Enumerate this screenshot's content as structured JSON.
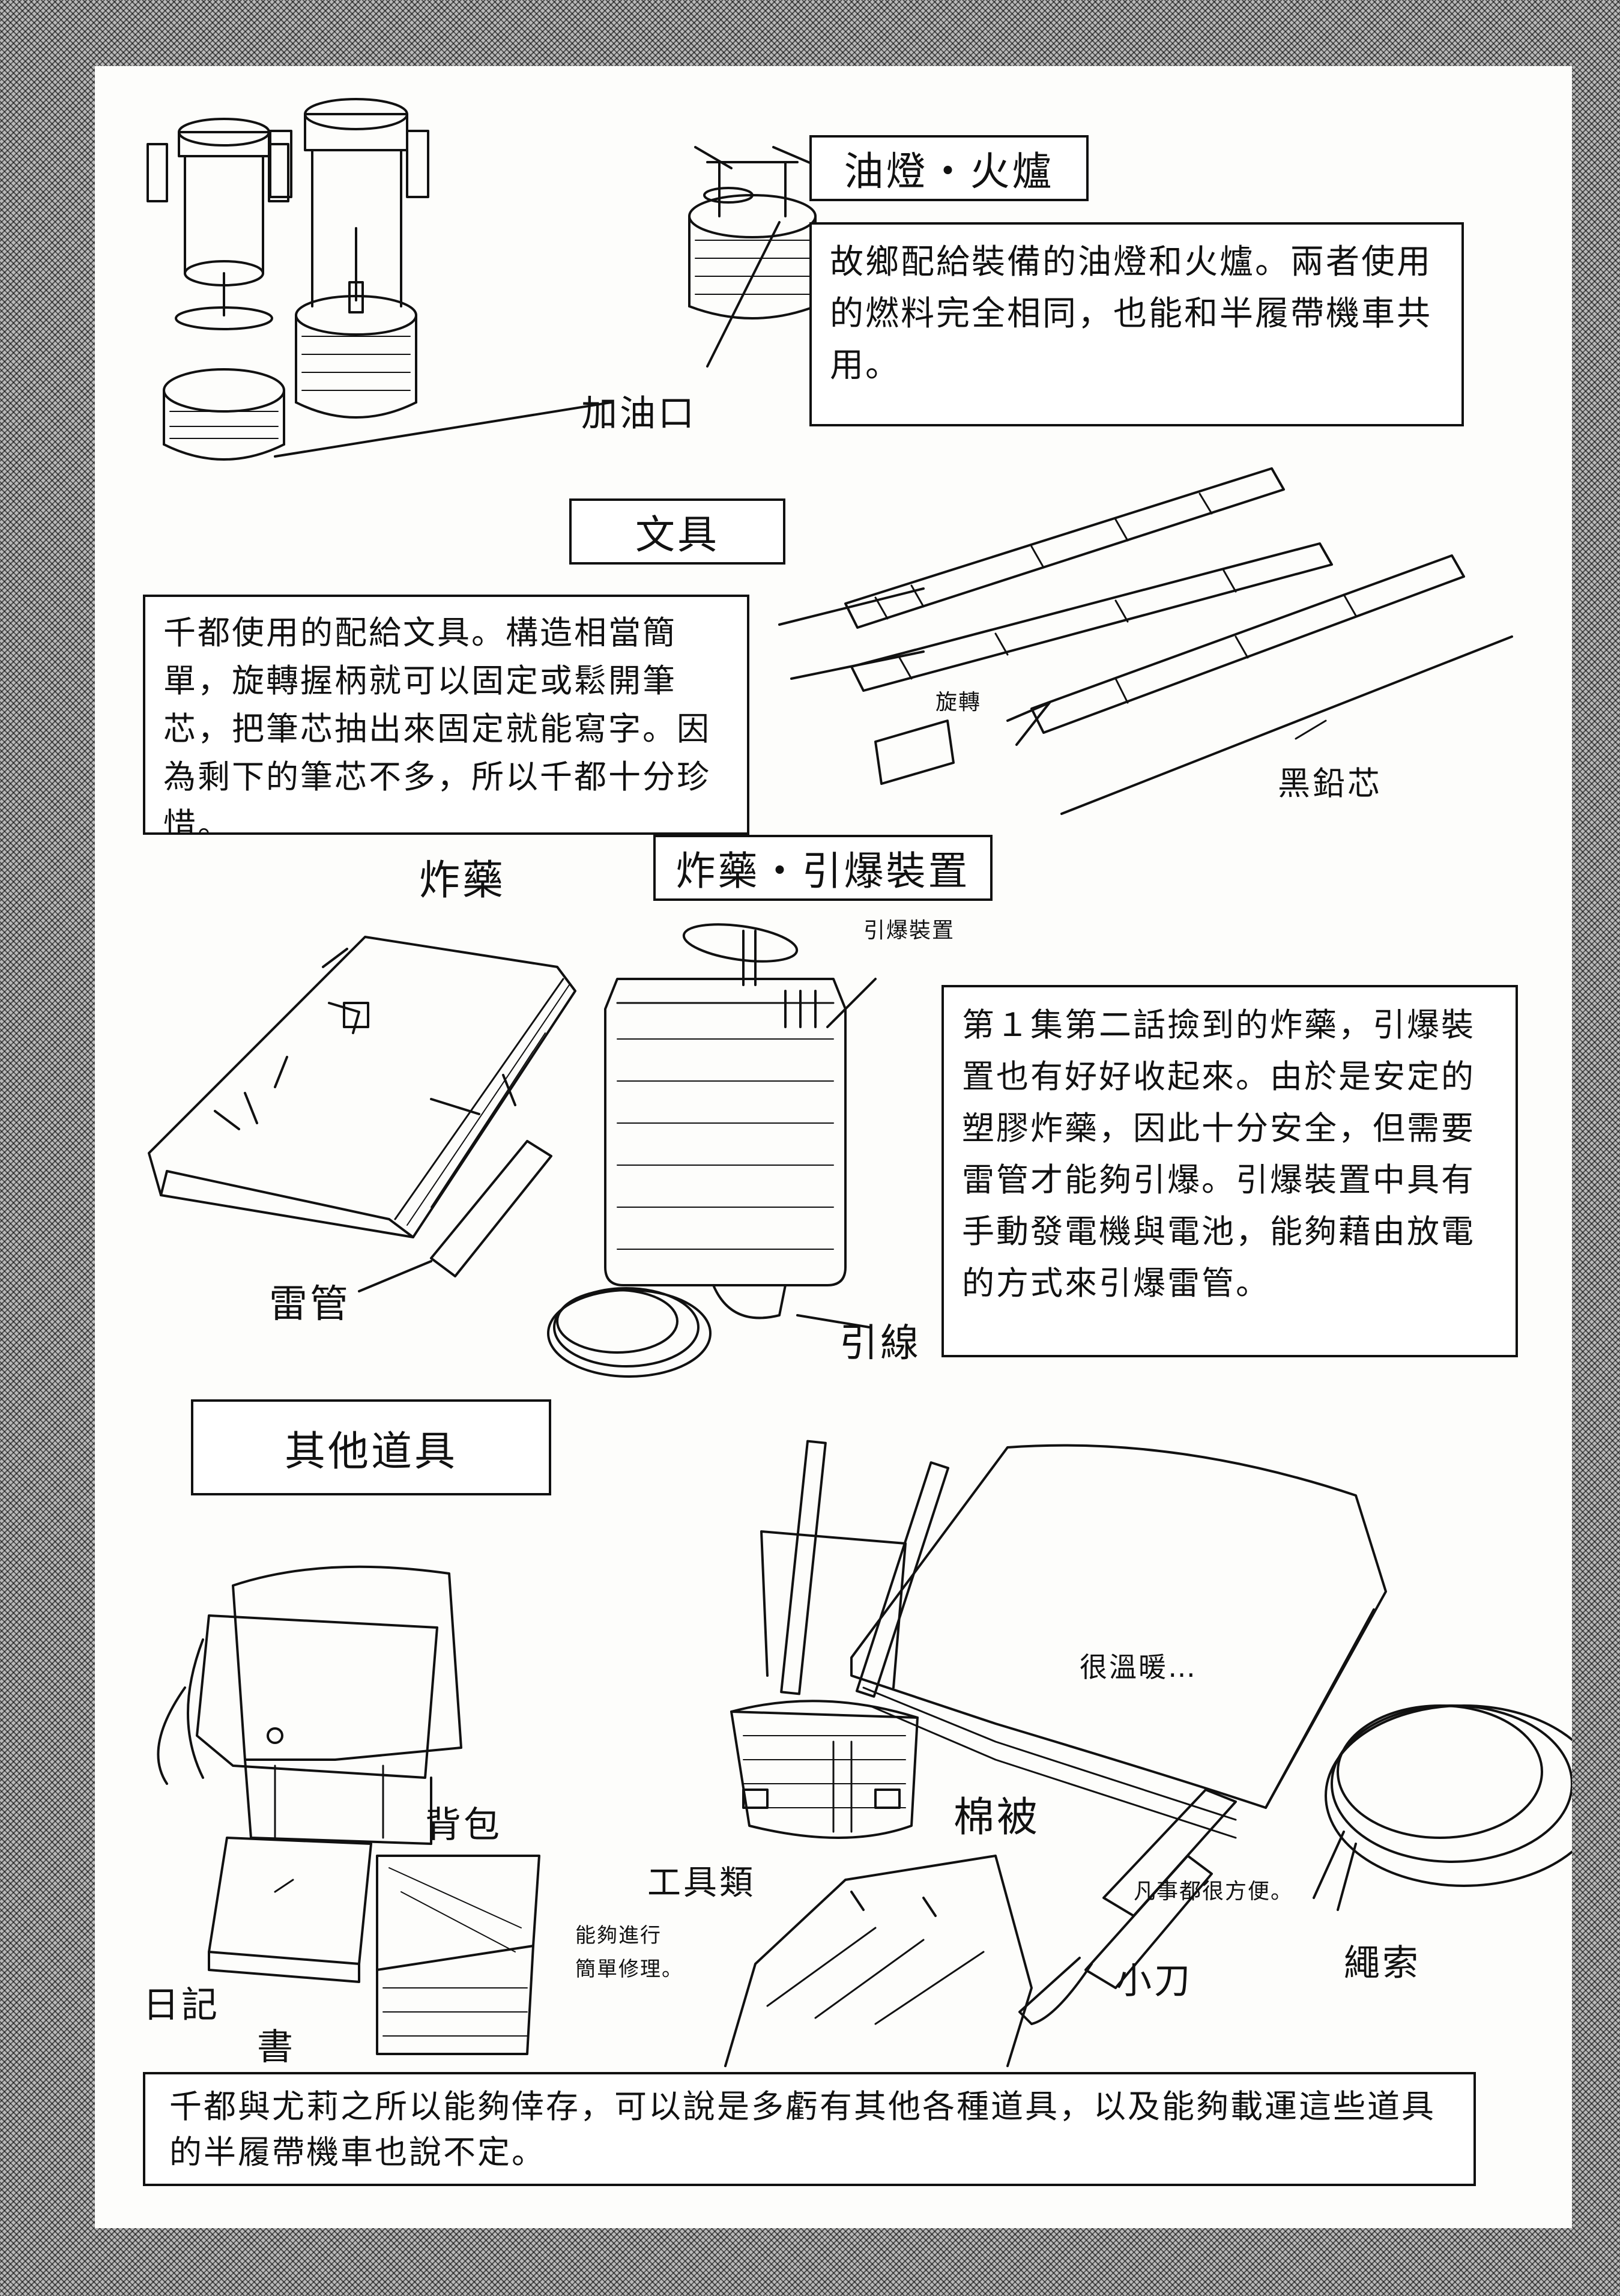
{
  "sections": {
    "lamp": {
      "title": "油燈・火爐",
      "text": "故鄉配給裝備的油燈和火爐。兩者使用的燃料完全相同，也能和半履帶機車共用。",
      "labels": {
        "fuel_port": "加油口"
      }
    },
    "stationery": {
      "title": "文具",
      "text": "千都使用的配給文具。構造相當簡單，旋轉握柄就可以固定或鬆開筆芯，把筆芯抽出來固定就能寫字。因為剩下的筆芯不多，所以千都十分珍惜。",
      "labels": {
        "rotate": "旋轉",
        "graphite": "黑鉛芯"
      }
    },
    "explosives": {
      "title": "炸藥・引爆裝置",
      "text": "第１集第二話撿到的炸藥，引爆裝置也有好好收起來。由於是安定的塑膠炸藥，因此十分安全，但需要雷管才能夠引爆。引爆裝置中具有手動發電機與電池，能夠藉由放電的方式來引爆雷管。",
      "labels": {
        "explosive": "炸藥",
        "detonator_device": "引爆裝置",
        "blasting_cap": "雷管",
        "fuse_wire": "引線"
      }
    },
    "other": {
      "title": "其他道具",
      "labels": {
        "backpack": "背包",
        "blanket": "棉被",
        "warm": "很溫暖…",
        "tools": "工具類",
        "repair_line1": "能夠進行",
        "repair_line2": "簡單修理。",
        "useful": "凡事都很方便。",
        "rope": "繩索",
        "knife": "小刀",
        "diary": "日記",
        "books": "書"
      }
    }
  },
  "footer": {
    "text": "千都與尤莉之所以能夠倖存，可以說是多虧有其他各種道具，以及能夠載運這些道具的半履帶機車也說不定。"
  }
}
